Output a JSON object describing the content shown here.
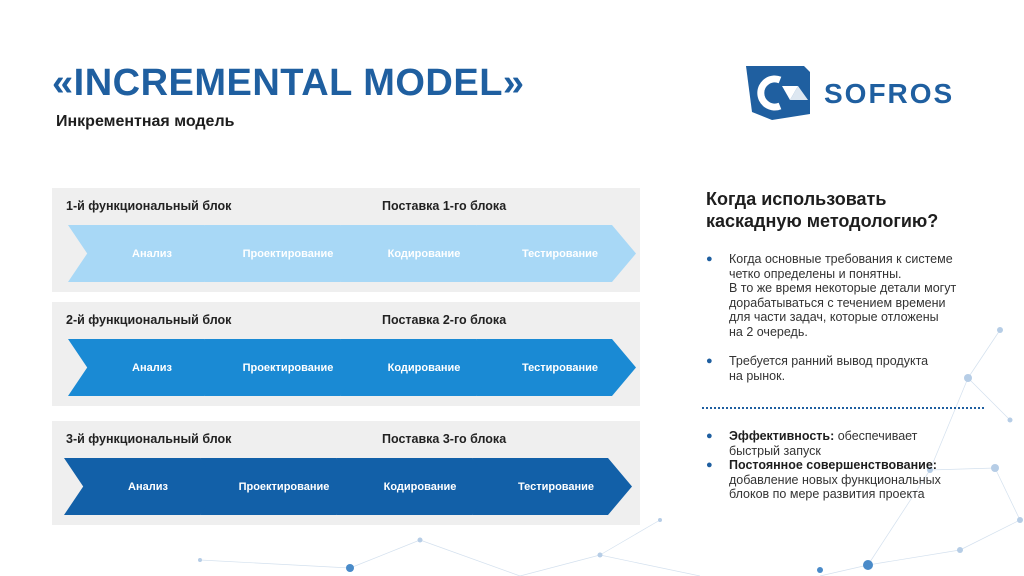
{
  "header": {
    "title": "«INCREMENTAL MODEL»",
    "subtitle": "Инкрементная модель"
  },
  "logo": {
    "text": "SOFROS"
  },
  "blocks": [
    {
      "title": "1-й функциональный блок",
      "delivery": "Поставка  1-го блока",
      "stages": [
        "Анализ",
        "Проектирование",
        "Кодирование",
        "Тестирование"
      ]
    },
    {
      "title": "2-й функциональный блок",
      "delivery": "Поставка  2-го блока",
      "stages": [
        "Анализ",
        "Проектирование",
        "Кодирование",
        "Тестирование"
      ]
    },
    {
      "title": "3-й функциональный блок",
      "delivery": "Поставка  3-го блока",
      "stages": [
        "Анализ",
        "Проектирование",
        "Кодирование",
        "Тестирование"
      ]
    }
  ],
  "colors": {
    "brand": "#1f5fa0",
    "block1": "#a8d8f6",
    "block2": "#1a8ad4",
    "block3": "#1260a8",
    "panel_bg": "#efefef"
  },
  "right": {
    "title_line1": "Когда использовать",
    "title_line2": "каскадную методологию?",
    "bullet1_lines": [
      "Когда основные требования к системе",
      "четко определены и понятны.",
      "В то же время некоторые детали могут",
      "дорабатываться с течением времени",
      "для части задач, которые отложены",
      "на 2 очередь."
    ],
    "bullet2_lines": [
      "Требуется ранний вывод продукта",
      "на рынок."
    ],
    "bullet3_bold": "Эффективность:",
    "bullet3_rest": " обеспечивает",
    "bullet3_line2": "быстрый запуск",
    "bullet4_bold": "Постоянное совершенствование:",
    "bullet4_line2": "добавление новых функциональных",
    "bullet4_line3": "блоков по мере развития проекта"
  }
}
